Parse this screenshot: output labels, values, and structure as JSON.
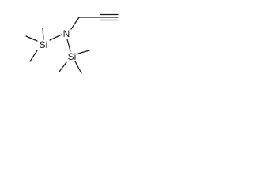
{
  "molecule": {
    "atoms": {
      "nitrogen": "N",
      "silicon_left": "Si",
      "silicon_bottom": "Si"
    }
  }
}
